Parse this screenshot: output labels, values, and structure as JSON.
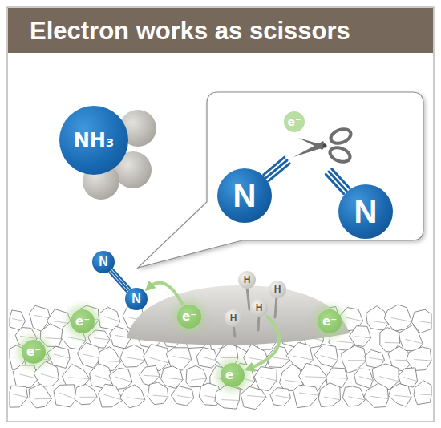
{
  "diagram": {
    "title": "Electron works as scissors",
    "nodes": [
      {
        "text": [
          "NH₃"
        ]
      },
      {
        "text": [
          "e⁻"
        ]
      },
      {
        "text": [
          "N"
        ]
      },
      {
        "text": [
          "N"
        ]
      },
      {
        "text": [
          "N"
        ]
      },
      {
        "text": [
          "N"
        ]
      },
      {
        "text": [
          "H"
        ]
      },
      {
        "text": [
          "H"
        ]
      },
      {
        "text": [
          "H"
        ]
      },
      {
        "text": [
          "H"
        ]
      },
      {
        "text": [
          "e⁻"
        ]
      },
      {
        "text": [
          "e⁻"
        ]
      },
      {
        "text": [
          "e⁻"
        ]
      },
      {
        "text": [
          "e⁻"
        ]
      },
      {
        "text": [
          "e⁻"
        ]
      }
    ],
    "edges": [
      {
        "from": 2,
        "to": 3,
        "arrow": "none"
      },
      {
        "from": 4,
        "to": 5,
        "arrow": "none"
      },
      {
        "from": 10,
        "to": 5,
        "arrow": "to"
      },
      {
        "from": 8,
        "to": 14,
        "arrow": "to"
      }
    ]
  }
}
